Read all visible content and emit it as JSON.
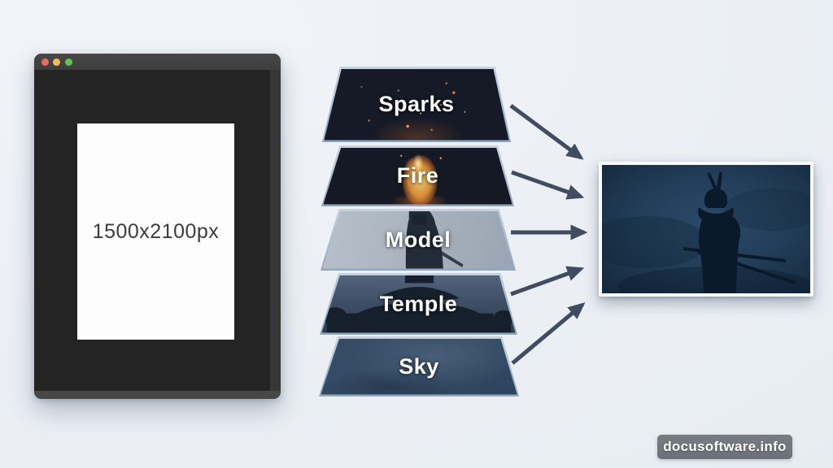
{
  "scene": {
    "background_color": "#ecf0f5",
    "watermark": {
      "text": "docusoftware.info",
      "background": "#70767c"
    }
  },
  "editor_window": {
    "size_caption": "1500x2100px",
    "canvas": {
      "label": "1500x2100px",
      "color": "#fdfdfd"
    },
    "titlebar_controls": [
      {
        "name": "close",
        "color": "#ee6a5f"
      },
      {
        "name": "minimize",
        "color": "#f5bd4f"
      },
      {
        "name": "zoom",
        "color": "#5bc454"
      }
    ]
  },
  "layer_stack": {
    "border_color": "#a6bcd2",
    "label_color": "#ffffff",
    "layers": [
      {
        "name": "Sparks",
        "appearance": "orange ember specks on dark night background"
      },
      {
        "name": "Fire",
        "appearance": "bright bonfire flames on dark background"
      },
      {
        "name": "Model",
        "appearance": "dark robed samurai figure on light gray"
      },
      {
        "name": "Temple",
        "appearance": "pagoda temple silhouette against dusk sky"
      },
      {
        "name": "Sky",
        "appearance": "cloudy night-blue sky"
      }
    ]
  },
  "arrows": {
    "count": 5,
    "color": "#3f4c61",
    "meaning": "each layer feeds the composite image"
  },
  "composite_image": {
    "subject": "armored samurai with swords in blue night mist",
    "frame_color": "#fafbfd"
  }
}
